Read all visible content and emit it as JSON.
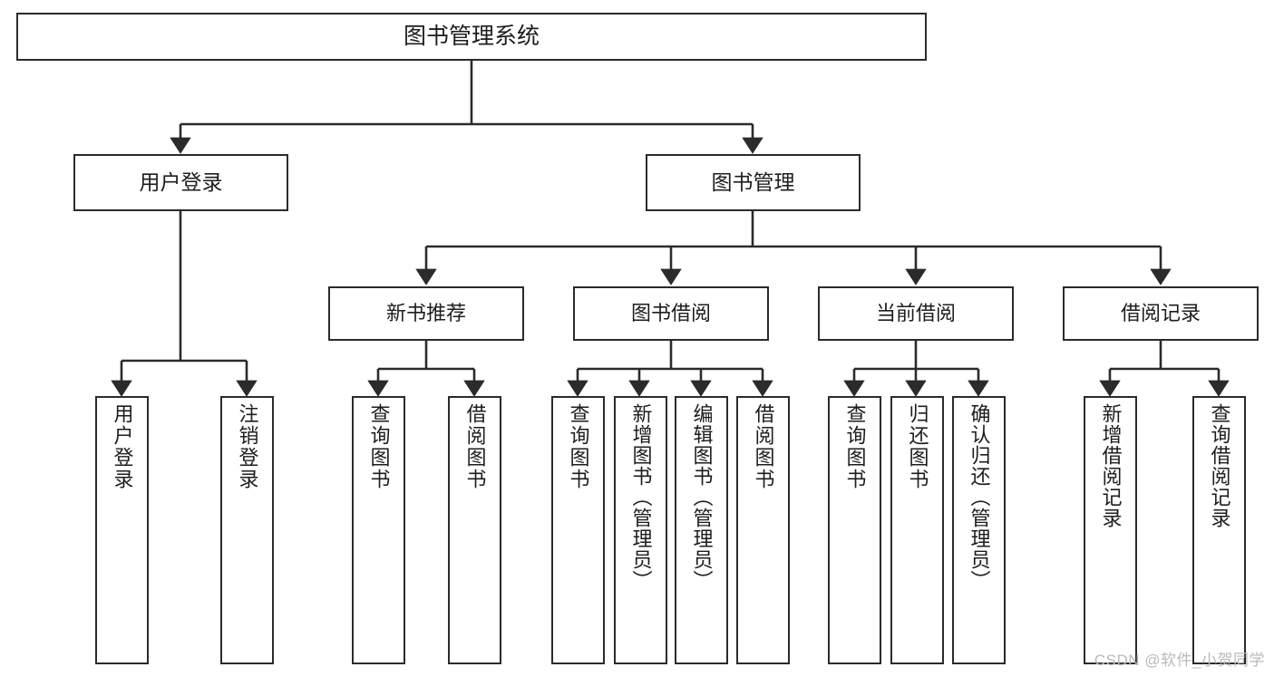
{
  "diagram": {
    "title": "图书管理系统",
    "type": "tree",
    "watermark": "CSDN @软件_小贺同学",
    "colors": {
      "box_border": "#2b2b2b",
      "box_fill": "#ffffff",
      "connector": "#2b2b2b",
      "watermark": "#b9b9b9"
    },
    "nodes": {
      "root": {
        "label": "图书管理系统"
      },
      "level2": [
        {
          "label": "用户登录"
        },
        {
          "label": "图书管理"
        }
      ],
      "level3": [
        {
          "label": "新书推荐"
        },
        {
          "label": "图书借阅"
        },
        {
          "label": "当前借阅"
        },
        {
          "label": "借阅记录"
        }
      ],
      "leaves": {
        "user_login": [
          {
            "label": "用户登录"
          },
          {
            "label": "注销登录"
          }
        ],
        "new_book_recommend": [
          {
            "label": "查询图书"
          },
          {
            "label": "借阅图书"
          }
        ],
        "book_borrow": [
          {
            "label": "查询图书"
          },
          {
            "label": "新增图书（管理员）"
          },
          {
            "label": "编辑图书（管理员）"
          },
          {
            "label": "借阅图书"
          }
        ],
        "current_borrow": [
          {
            "label": "查询图书"
          },
          {
            "label": "归还图书"
          },
          {
            "label": "确认归还（管理员）"
          }
        ],
        "borrow_record": [
          {
            "label": "新增借阅记录"
          },
          {
            "label": "查询借阅记录"
          }
        ]
      }
    }
  }
}
